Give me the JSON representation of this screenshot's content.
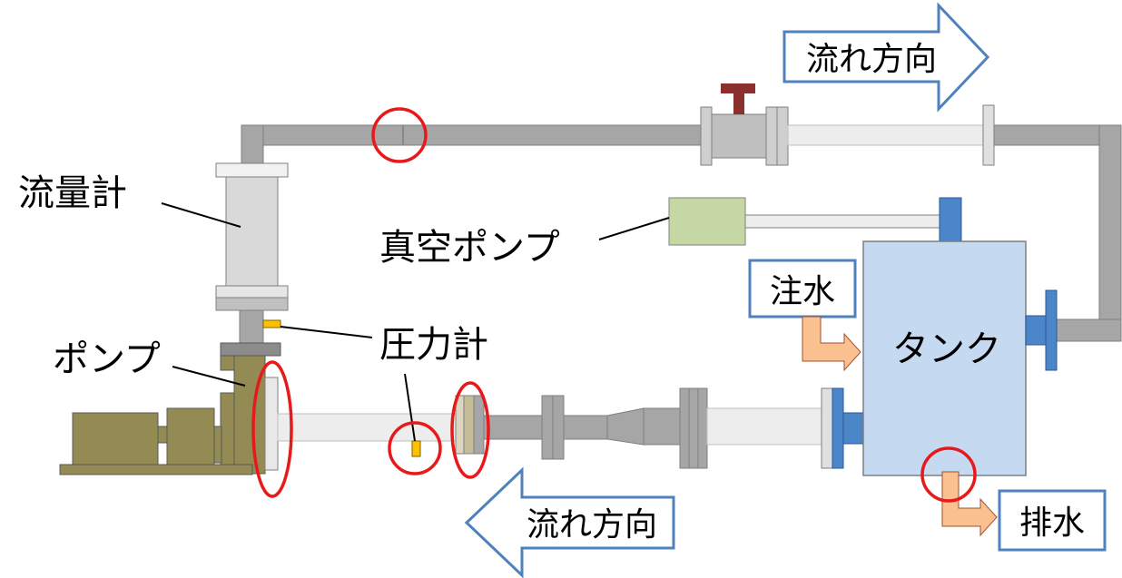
{
  "labels": {
    "flow_direction_top": "流れ方向",
    "flow_direction_bottom": "流れ方向",
    "flowmeter": "流量計",
    "vacuum_pump": "真空ポンプ",
    "pressure_gauge": "圧力計",
    "pump": "ポンプ",
    "water_inlet": "注水",
    "tank": "タンク",
    "drain": "排水"
  },
  "colors": {
    "pipe_dark": "#a6a6a6",
    "pipe_light": "#ededed",
    "flange": "#cfcfcf",
    "valve_handle": "#8b2f2f",
    "vacuum_pump_body": "#c5d8a4",
    "tank": "#c5d9f1",
    "blue_fitting": "#4a86c8",
    "pump_motor": "#948a54",
    "pressure_sensor": "#ffc000",
    "water_arrow": "#fac090",
    "highlight_circle": "#e8191a",
    "flow_arrow_outline": "#4f81bd"
  },
  "icons": {
    "flow_arrow": "arrow-right-outline",
    "flow_arrow_bottom": "arrow-left-outline",
    "highlight": "red-circle-marker"
  }
}
